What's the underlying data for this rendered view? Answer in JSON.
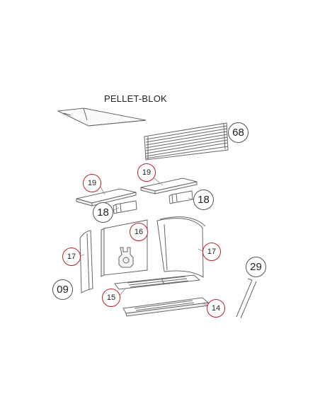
{
  "title": "PELLET-BLOK",
  "callouts": {
    "c68": "68",
    "c19a": "19",
    "c19b": "19",
    "c18a": "18",
    "c18b": "18",
    "c16": "16",
    "c17a": "17",
    "c17b": "17",
    "c15": "15",
    "c14": "14",
    "c29": "29",
    "c09": "09"
  },
  "colors": {
    "callout_ring": "#c0202a",
    "line": "#555555"
  }
}
